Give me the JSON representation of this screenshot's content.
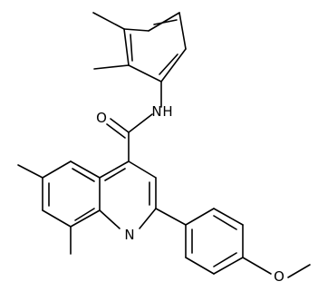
{
  "molecule": {
    "atoms": {
      "amide_o": "O",
      "amide_n": "N",
      "amide_h": "H",
      "ring_n": "N",
      "methoxy_o": "O"
    },
    "colors": {
      "bond": "#000000",
      "label": "#000000",
      "background": "#ffffff"
    }
  }
}
